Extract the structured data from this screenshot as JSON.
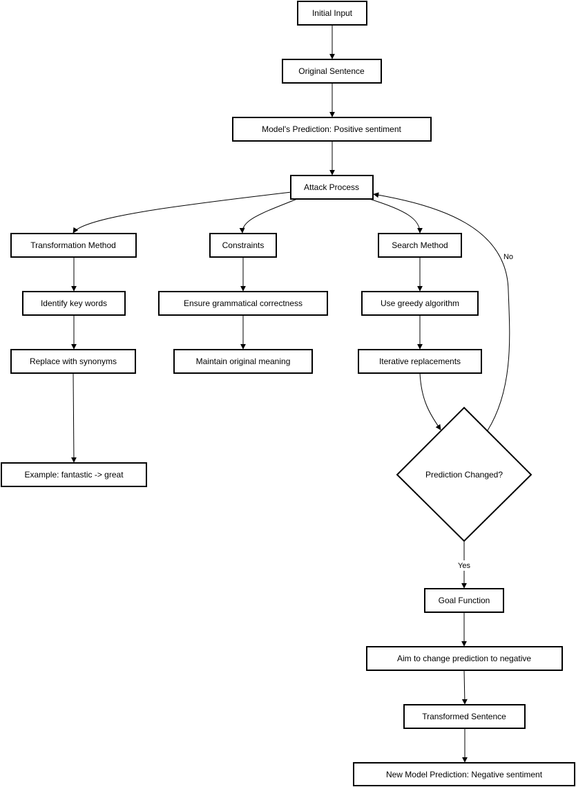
{
  "nodes": {
    "initial_input": "Initial Input",
    "original_sentence": "Original Sentence",
    "model_prediction": "Model's Prediction: Positive sentiment",
    "attack_process": "Attack Process",
    "transformation_method": "Transformation Method",
    "constraints": "Constraints",
    "search_method": "Search Method",
    "identify_key_words": "Identify key words",
    "replace_with_synonyms": "Replace with synonyms",
    "example": "Example: fantastic -> great",
    "ensure_grammar": "Ensure grammatical correctness",
    "maintain_meaning": "Maintain original meaning",
    "greedy_algorithm": "Use greedy algorithm",
    "iterative_replacements": "Iterative replacements",
    "prediction_changed": "Prediction Changed?",
    "goal_function": "Goal Function",
    "aim_negative": "Aim to change prediction to negative",
    "transformed_sentence": "Transformed Sentence",
    "new_prediction": "New Model Prediction: Negative sentiment"
  },
  "edge_labels": {
    "no": "No",
    "yes": "Yes"
  }
}
